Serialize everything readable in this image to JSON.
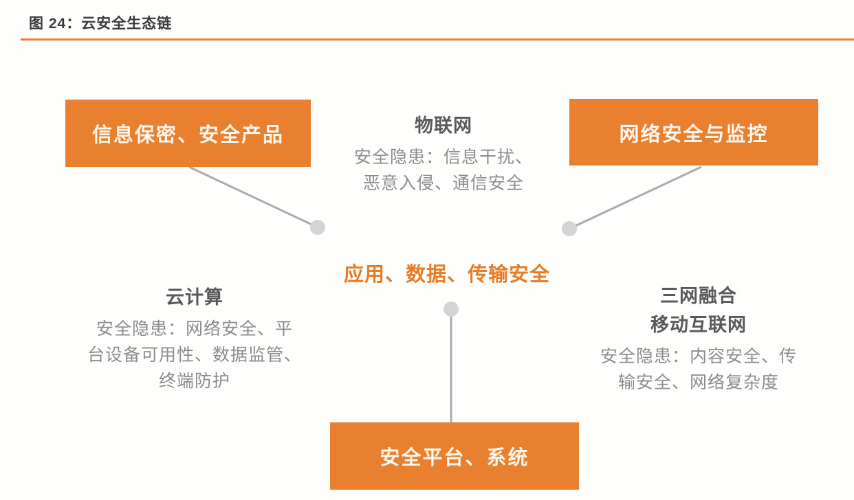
{
  "page": {
    "title": "图 24：云安全生态链"
  },
  "colors": {
    "accent_orange": "#ed7d31",
    "node_orange": "#e8802f",
    "center_text_orange": "#e97b25",
    "heading_gray": "#595959",
    "body_gray": "#8c8c8c",
    "connector_gray": "#ababab",
    "dot_gray": "#d4d4d4"
  },
  "nodes": {
    "top_left": {
      "label": "信息保密、安全产品"
    },
    "top_right": {
      "label": "网络安全与监控"
    },
    "bottom": {
      "label": "安全平台、系统"
    }
  },
  "center": {
    "label": "应用、数据、传输安全"
  },
  "groups": {
    "iot": {
      "title_lines": [
        "物联网"
      ],
      "body_lines": [
        "安全隐患：信息干扰、",
        "恶意入侵、通信安全"
      ]
    },
    "cloud": {
      "title_lines": [
        "云计算"
      ],
      "body_lines": [
        "安全隐患：网络安全、平",
        "台设备可用性、数据监管、",
        "终端防护"
      ]
    },
    "triple": {
      "title_lines": [
        "三网融合",
        "移动互联网"
      ],
      "body_lines": [
        "安全隐患：内容安全、传",
        "输安全、网络复杂度"
      ]
    }
  }
}
